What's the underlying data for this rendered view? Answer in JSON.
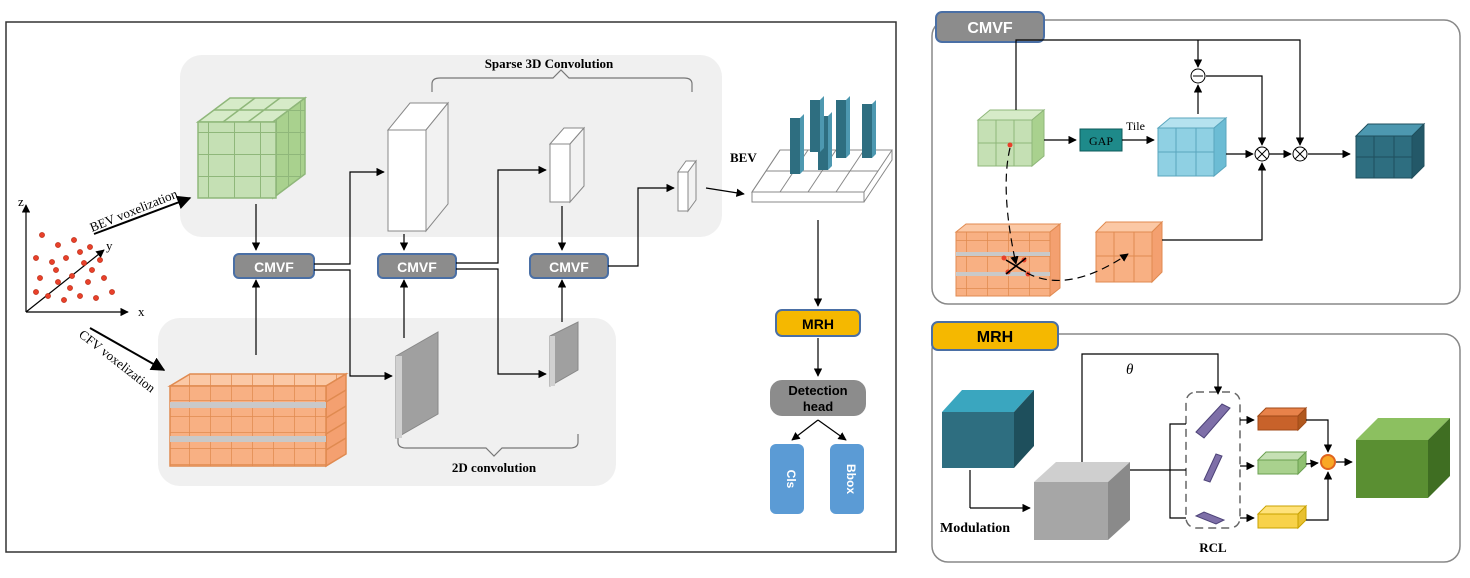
{
  "labels": {
    "sparse_3d": "Sparse 3D Convolution",
    "conv_2d": "2D convolution",
    "bev_vox": "BEV voxelization",
    "cfv_vox": "CFV voxelization",
    "axis_z": "z",
    "axis_y": "y",
    "axis_x": "x",
    "bev": "BEV",
    "cmvf": "CMVF",
    "mrh": "MRH",
    "detection_head_1": "Detection",
    "detection_head_2": "head",
    "cls": "Cls",
    "bbox": "Bbox",
    "panel_cmvf_title": "CMVF",
    "gap": "GAP",
    "tile": "Tile",
    "minus": "⊖",
    "times": "⊗",
    "panel_mrh_title": "MRH",
    "theta": "θ",
    "modulation": "Modulation",
    "rcl": "RCL"
  },
  "colors": {
    "cmvf_box": "#8c8c8c",
    "mrh_box": "#f5b800",
    "detection_box": "#8c8c8c",
    "blue_box": "#5b9bd5",
    "green_voxel": "#c5e0b4",
    "orange_voxel": "#f8b083",
    "blue_voxel": "#8fd0e3",
    "teal_voxel": "#2e6e80",
    "dark_green": "#5a8f32",
    "gap_box": "#1e8a8a"
  }
}
